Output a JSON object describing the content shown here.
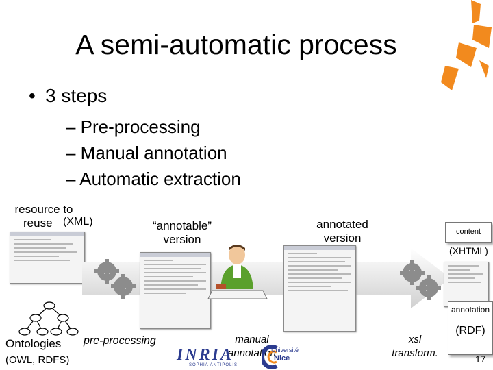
{
  "slide": {
    "title": "A semi-automatic process",
    "bullet": "3 steps",
    "steps": [
      "– Pre-processing",
      "– Manual annotation",
      "– Automatic extraction"
    ],
    "page_number": "17"
  },
  "labels": {
    "resource_line1": "resource to",
    "resource_line2": "reuse",
    "resource_format": "(XML)",
    "annotable_line1": "“annotable”",
    "annotable_line2": "version",
    "annotated_line1": "annotated",
    "annotated_line2": "version",
    "content": "content",
    "content_format": "(XHTML)",
    "annotation": "annotation",
    "annotation_format": "(RDF)",
    "ontologies": "Ontologies",
    "ontologies_format": "(OWL, RDFS)"
  },
  "process": {
    "preprocessing": "pre-processing",
    "manual_line1": "manual",
    "manual_line2": "annotation",
    "xsl_line1": "xsl",
    "xsl_line2": "transform."
  },
  "logos": {
    "inria": "INRIA",
    "inria_sub": "SOPHIA ANTIPOLIS",
    "univ_line1": "Université",
    "univ_line2": "Nice"
  },
  "colors": {
    "accent_orange": "#f28a1e",
    "gear_grey": "#8c8c8c",
    "inria_blue": "#2b3b8f"
  },
  "icons": [
    "gear-icon",
    "person-writing-icon",
    "ontology-tree-icon",
    "decorative-orange-shapes"
  ]
}
